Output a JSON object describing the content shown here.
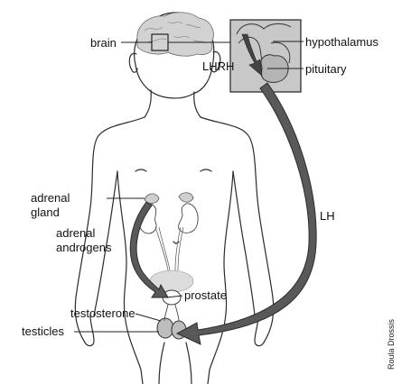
{
  "labels": {
    "brain": "brain",
    "hypothalamus": "hypothalamus",
    "lhrh": "LHRH",
    "pituitary": "pituitary",
    "lh": "LH",
    "adrenal_gland_line1": "adrenal",
    "adrenal_gland_line2": "gland",
    "adrenal_androgens_line1": "adrenal",
    "adrenal_androgens_line2": "androgens",
    "prostate": "prostate",
    "testosterone": "testosterone",
    "testicles": "testicles"
  },
  "credit": "Roula Drossis",
  "colors": {
    "outline": "#2b2b2b",
    "arrow_fill": "#595959",
    "inset_fill": "#c8c8c8",
    "brain_fill": "#d2d2d2",
    "organ_fill": "#cfcfcf"
  }
}
